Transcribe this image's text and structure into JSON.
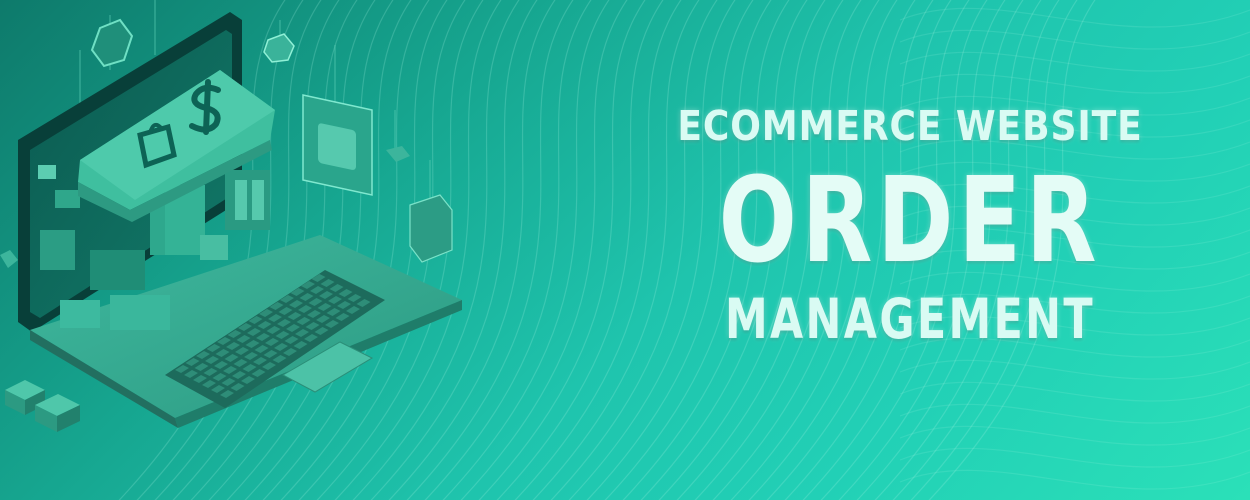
{
  "banner": {
    "headline_top": "ECOMMERCE WEBSITE",
    "headline_main": "ORDER",
    "headline_bottom": "MANAGEMENT"
  },
  "colors": {
    "background_dark": "#0e7a6b",
    "background_light": "#2be0b8",
    "text": "#d9fbf3"
  },
  "icons": [
    "laptop-illustration",
    "storefront-awning-icon",
    "dollar-sign-icon",
    "shopping-bag-icon",
    "package-box-icon"
  ]
}
